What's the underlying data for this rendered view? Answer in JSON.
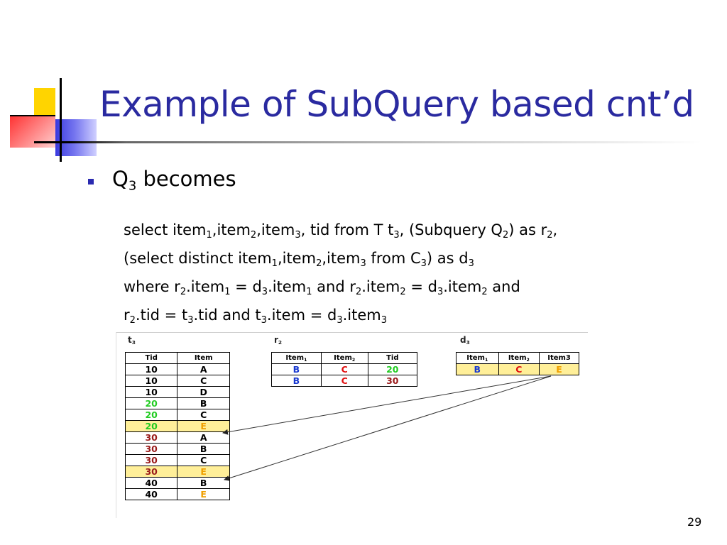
{
  "slide": {
    "title": "Example of SubQuery based cnt’d",
    "page_number": "29"
  },
  "bullet": {
    "main": "Q",
    "main_sub": "3",
    "rest": " becomes"
  },
  "code_lines": [
    [
      {
        "t": "select item"
      },
      {
        "s": "1"
      },
      {
        "t": ",item"
      },
      {
        "s": "2"
      },
      {
        "t": ",item"
      },
      {
        "s": "3"
      },
      {
        "t": ", tid from T t"
      },
      {
        "s": "3"
      },
      {
        "t": ", (Subquery Q"
      },
      {
        "s": "2"
      },
      {
        "t": ") as r"
      },
      {
        "s": "2"
      },
      {
        "t": ","
      }
    ],
    [
      {
        "t": "(select distinct item"
      },
      {
        "s": "1"
      },
      {
        "t": ",item"
      },
      {
        "s": "2"
      },
      {
        "t": ",item"
      },
      {
        "s": "3"
      },
      {
        "t": " from C"
      },
      {
        "s": "3"
      },
      {
        "t": ") as d"
      },
      {
        "s": "3"
      }
    ],
    [
      {
        "t": "where r"
      },
      {
        "s": "2"
      },
      {
        "t": ".item"
      },
      {
        "s": "1"
      },
      {
        "t": " = d"
      },
      {
        "s": "3"
      },
      {
        "t": ".item"
      },
      {
        "s": "1"
      },
      {
        "t": " and r"
      },
      {
        "s": "2"
      },
      {
        "t": ".item"
      },
      {
        "s": "2"
      },
      {
        "t": " = d"
      },
      {
        "s": "3"
      },
      {
        "t": ".item"
      },
      {
        "s": "2"
      },
      {
        "t": " and"
      }
    ],
    [
      {
        "t": "r"
      },
      {
        "s": "2"
      },
      {
        "t": ".tid = t"
      },
      {
        "s": "3"
      },
      {
        "t": ".tid and t"
      },
      {
        "s": "3"
      },
      {
        "t": ".item = d"
      },
      {
        "s": "3"
      },
      {
        "t": ".item"
      },
      {
        "s": "3"
      }
    ]
  ],
  "tables": {
    "t3": {
      "label": "t",
      "label_sub": "3",
      "headers": [
        "Tid",
        "Item"
      ],
      "rows": [
        {
          "cells": [
            "10",
            "A"
          ],
          "colors": [
            "black",
            "black"
          ],
          "hl": false
        },
        {
          "cells": [
            "10",
            "C"
          ],
          "colors": [
            "black",
            "black"
          ],
          "hl": false
        },
        {
          "cells": [
            "10",
            "D"
          ],
          "colors": [
            "black",
            "black"
          ],
          "hl": false
        },
        {
          "cells": [
            "20",
            "B"
          ],
          "colors": [
            "green",
            "black"
          ],
          "hl": false
        },
        {
          "cells": [
            "20",
            "C"
          ],
          "colors": [
            "green",
            "black"
          ],
          "hl": false
        },
        {
          "cells": [
            "20",
            "E"
          ],
          "colors": [
            "green",
            "orange"
          ],
          "hl": true
        },
        {
          "cells": [
            "30",
            "A"
          ],
          "colors": [
            "maroon",
            "black"
          ],
          "hl": false
        },
        {
          "cells": [
            "30",
            "B"
          ],
          "colors": [
            "maroon",
            "black"
          ],
          "hl": false
        },
        {
          "cells": [
            "30",
            "C"
          ],
          "colors": [
            "maroon",
            "black"
          ],
          "hl": false
        },
        {
          "cells": [
            "30",
            "E"
          ],
          "colors": [
            "maroon",
            "orange"
          ],
          "hl": true
        },
        {
          "cells": [
            "40",
            "B"
          ],
          "colors": [
            "black",
            "black"
          ],
          "hl": false
        },
        {
          "cells": [
            "40",
            "E"
          ],
          "colors": [
            "black",
            "orange"
          ],
          "hl": false
        }
      ]
    },
    "r2": {
      "label": "r",
      "label_sub": "2",
      "headers": [
        [
          {
            "t": "Item"
          },
          {
            "s": "1"
          }
        ],
        [
          {
            "t": "Item"
          },
          {
            "s": "2"
          }
        ],
        [
          {
            "t": "Tid"
          }
        ]
      ],
      "rows": [
        {
          "cells": [
            "B",
            "C",
            "20"
          ],
          "colors": [
            "blue",
            "red",
            "green"
          ],
          "hl": false
        },
        {
          "cells": [
            "B",
            "C",
            "30"
          ],
          "colors": [
            "blue",
            "red",
            "maroon"
          ],
          "hl": false
        }
      ]
    },
    "d3": {
      "label": "d",
      "label_sub": "3",
      "headers": [
        [
          {
            "t": "Item"
          },
          {
            "s": "1"
          }
        ],
        [
          {
            "t": "Item"
          },
          {
            "s": "2"
          }
        ],
        [
          {
            "t": "Item3"
          }
        ]
      ],
      "rows": [
        {
          "cells": [
            "B",
            "C",
            "E"
          ],
          "colors": [
            "blue",
            "red",
            "orange"
          ],
          "hl": true
        }
      ]
    }
  },
  "colors": {
    "title": "#2a2aa0",
    "bullet": "#2a2ab0",
    "green": "#22cc22",
    "maroon": "#9a1a1a",
    "orange": "#f0a000",
    "blue": "#1a3ad0",
    "red": "#e01010",
    "highlight": "#ffef99"
  }
}
